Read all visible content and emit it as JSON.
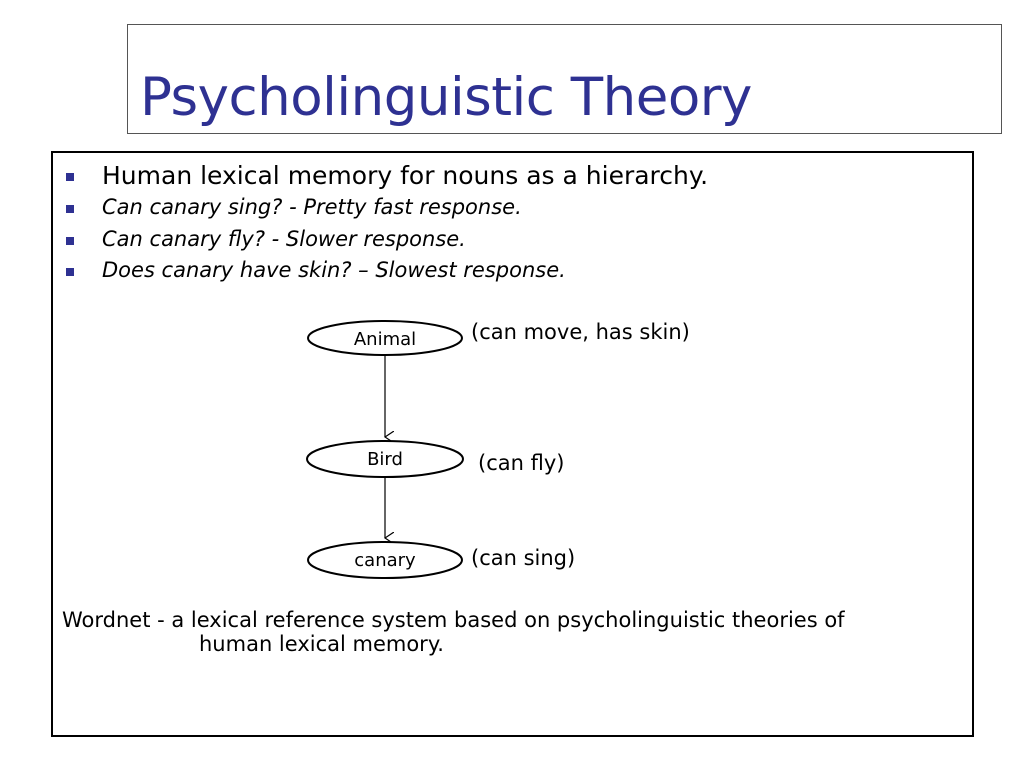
{
  "slide": {
    "title": "Psycholinguistic Theory",
    "bullet_color": "#2e3192",
    "title_color": "#2e3192"
  },
  "bullets": [
    {
      "text": "Human lexical memory for nouns as a hierarchy.",
      "style": "main"
    },
    {
      "text": "Can canary sing?  - Pretty fast response.",
      "style": "sub"
    },
    {
      "text": "Can canary fly? -  Slower response.",
      "style": "sub"
    },
    {
      "text": "Does canary have skin? – Slowest response.",
      "style": "sub"
    }
  ],
  "diagram": {
    "nodes": [
      {
        "id": "animal",
        "label": "Animal",
        "annotation": "(can move, has skin)"
      },
      {
        "id": "bird",
        "label": "Bird",
        "annotation": "(can fly)"
      },
      {
        "id": "canary",
        "label": "canary",
        "annotation": "(can sing)"
      }
    ],
    "edges": [
      {
        "from": "animal",
        "to": "bird"
      },
      {
        "from": "bird",
        "to": "canary"
      }
    ]
  },
  "wordnet": {
    "line1": "Wordnet  - a lexical reference system based on psycholinguistic theories of",
    "line2": "human lexical memory."
  }
}
